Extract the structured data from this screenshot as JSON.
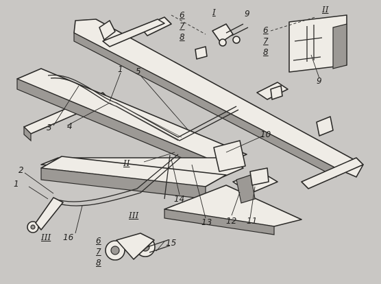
{
  "callouts": {
    "c1": "1",
    "c2": "2",
    "c3": "3",
    "c4": "4",
    "c5": "5",
    "c6a": "6",
    "c7a": "7",
    "c8a": "8",
    "c9a": "9",
    "c6b": "6",
    "c7b": "7",
    "c8b": "8",
    "c9b": "9",
    "c10": "10",
    "c11": "11",
    "c12": "12",
    "c13": "13",
    "c14": "14",
    "c15": "15",
    "c16": "16",
    "c6c": "6",
    "c7c": "7",
    "c8c": "8",
    "romanI_top": "I",
    "romanII_top": "II",
    "romanI_mid": "II",
    "romanIII_mid": "III",
    "romanIII_low": "III",
    "c1top": "1"
  }
}
